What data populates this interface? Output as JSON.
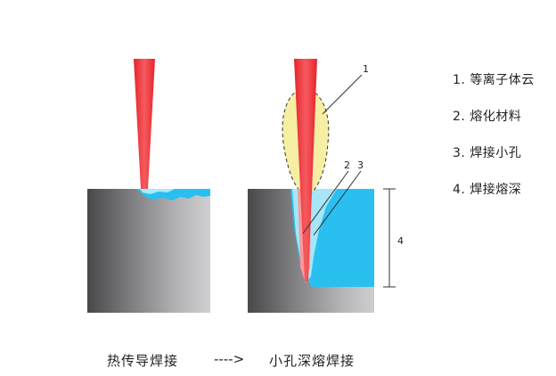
{
  "callouts": [
    "1",
    "2",
    "3",
    "4"
  ],
  "legend": [
    {
      "num": "1.",
      "text": "等离子体云"
    },
    {
      "num": "2.",
      "text": "熔化材料"
    },
    {
      "num": "3.",
      "text": "焊接小孔"
    },
    {
      "num": "4.",
      "text": "焊接熔深"
    }
  ],
  "captions": {
    "left": "热传导焊接",
    "arrow": "---->",
    "right": "小孔深熔焊接"
  },
  "colors": {
    "laser": "#e8232b",
    "plasma": "#f6eea2",
    "melt": "#29c0f0",
    "metal_dark": "#4e4e50",
    "metal_light": "#c4c4c6"
  }
}
